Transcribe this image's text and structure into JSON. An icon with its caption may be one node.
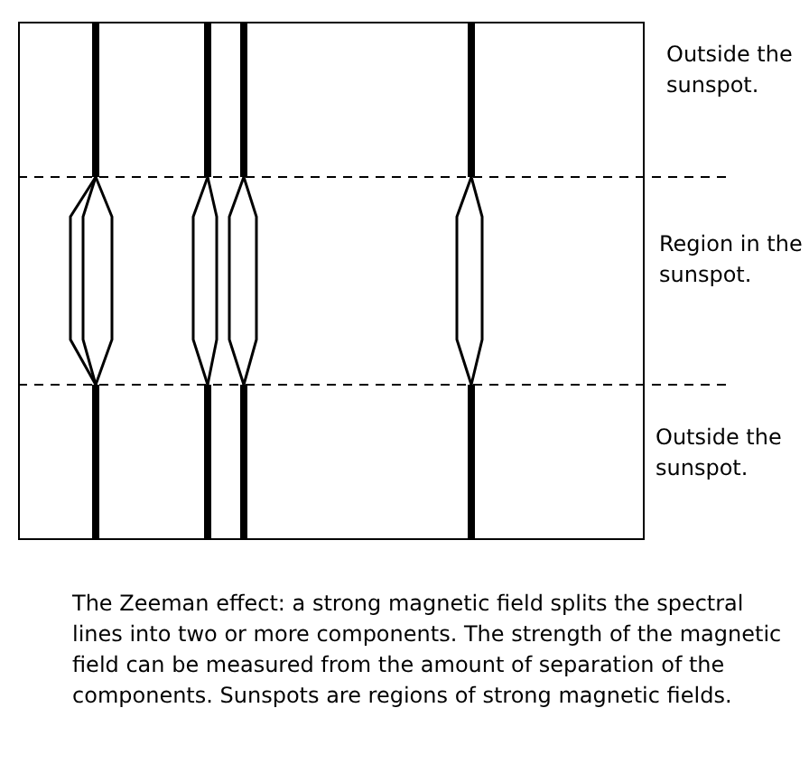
{
  "diagram": {
    "caption": "The Zeeman effect: a strong magnetic field splits the spectral lines into two or more components. The strength of the magnetic field can be measured from the amount of separation of the components. Sunspots are regions of strong magnetic fields.",
    "labels": [
      "Outside the sunspot.",
      "Region in the sunspot.",
      "Outside the sunspot."
    ]
  }
}
